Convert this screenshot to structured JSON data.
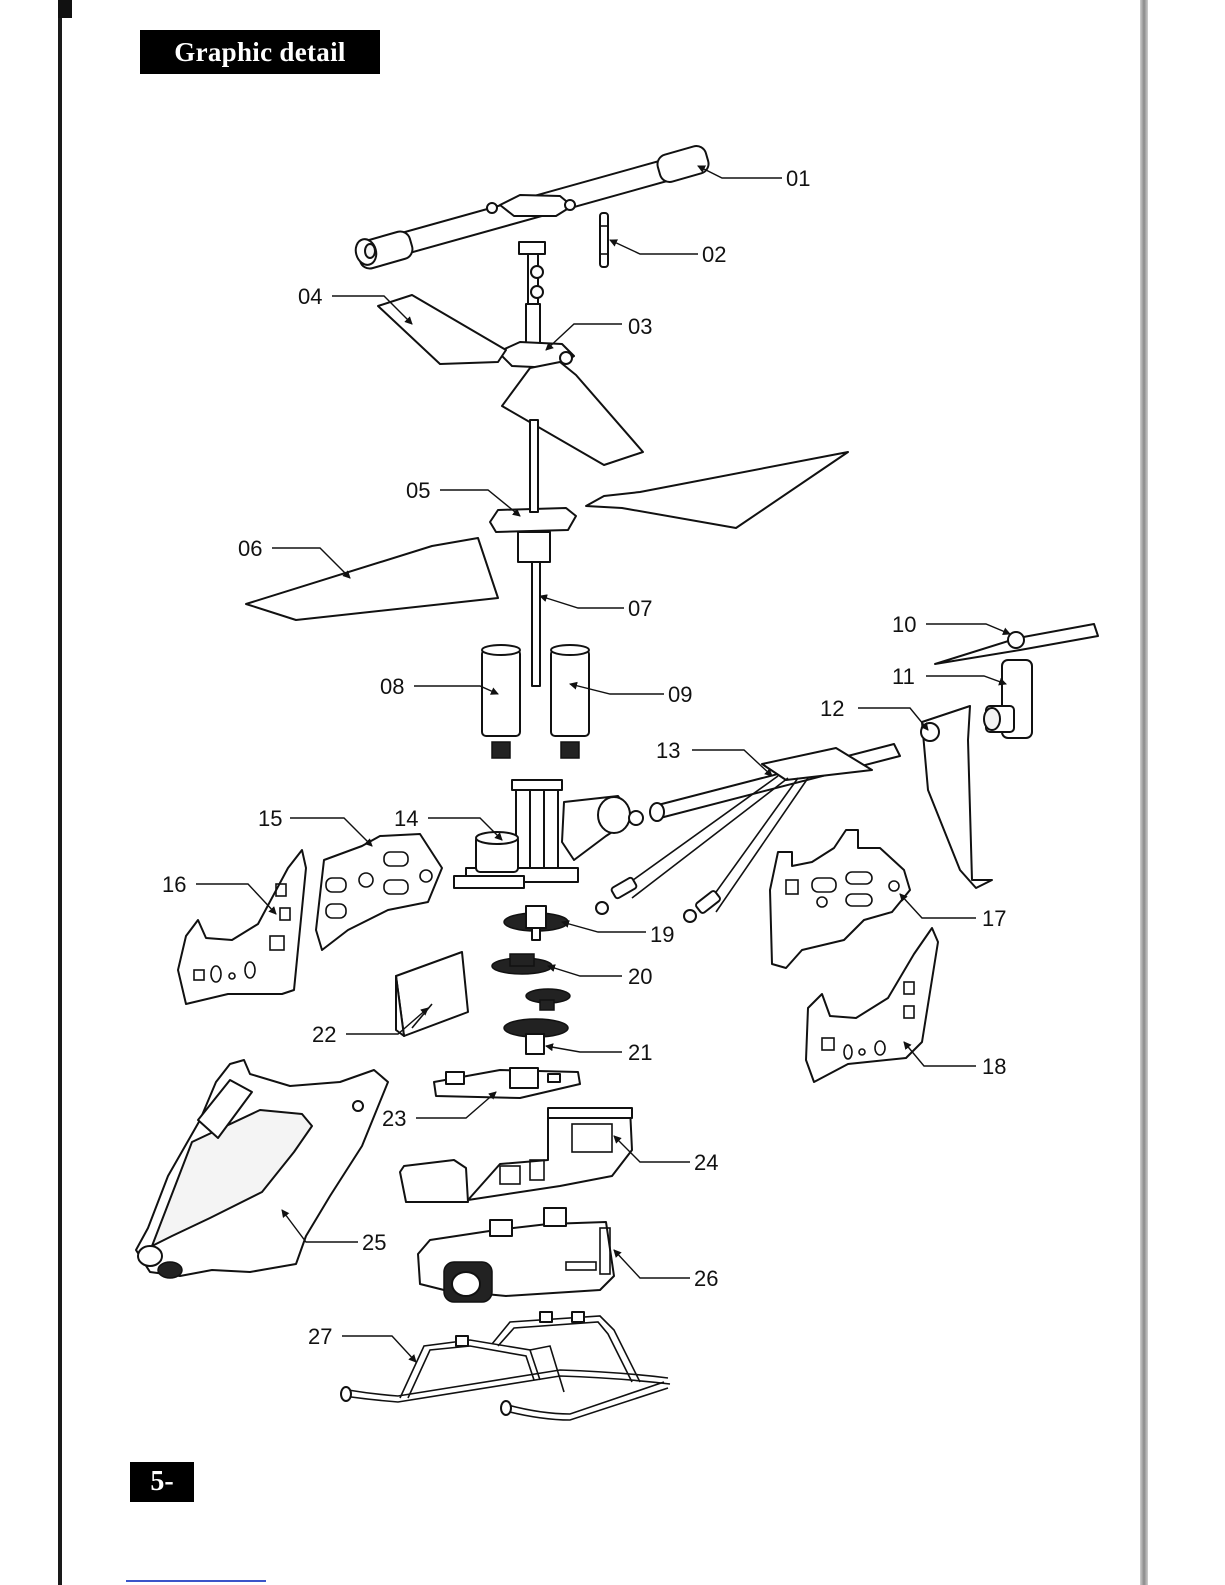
{
  "header": {
    "title": "Graphic detail"
  },
  "page": {
    "number": "5-"
  },
  "callouts": {
    "p01": "01",
    "p02": "02",
    "p03": "03",
    "p04": "04",
    "p05": "05",
    "p06": "06",
    "p07": "07",
    "p08": "08",
    "p09": "09",
    "p10": "10",
    "p11": "11",
    "p12": "12",
    "p13": "13",
    "p14": "14",
    "p15": "15",
    "p16": "16",
    "p17": "17",
    "p18": "18",
    "p19": "19",
    "p20": "20",
    "p21": "21",
    "p22": "22",
    "p23": "23",
    "p24": "24",
    "p25": "25",
    "p26": "26",
    "p27": "27"
  }
}
